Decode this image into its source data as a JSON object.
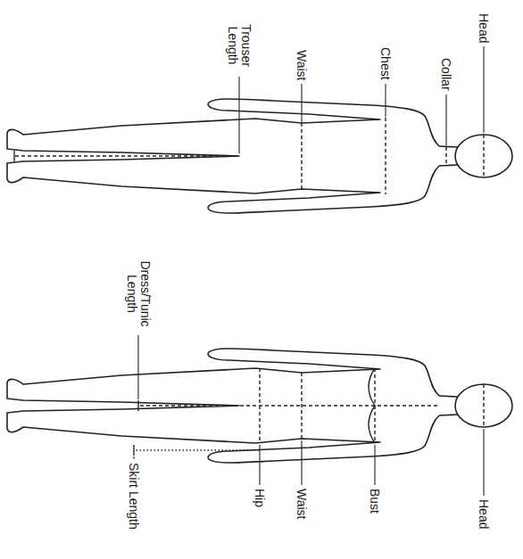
{
  "diagram": {
    "labels": [
      "Head",
      "Collar",
      "Chest",
      "Waist",
      "Trouser Length",
      "Head",
      "Bust",
      "Waist",
      "Hip",
      "Dress/Tunic Length",
      "Skirt Length"
    ]
  }
}
